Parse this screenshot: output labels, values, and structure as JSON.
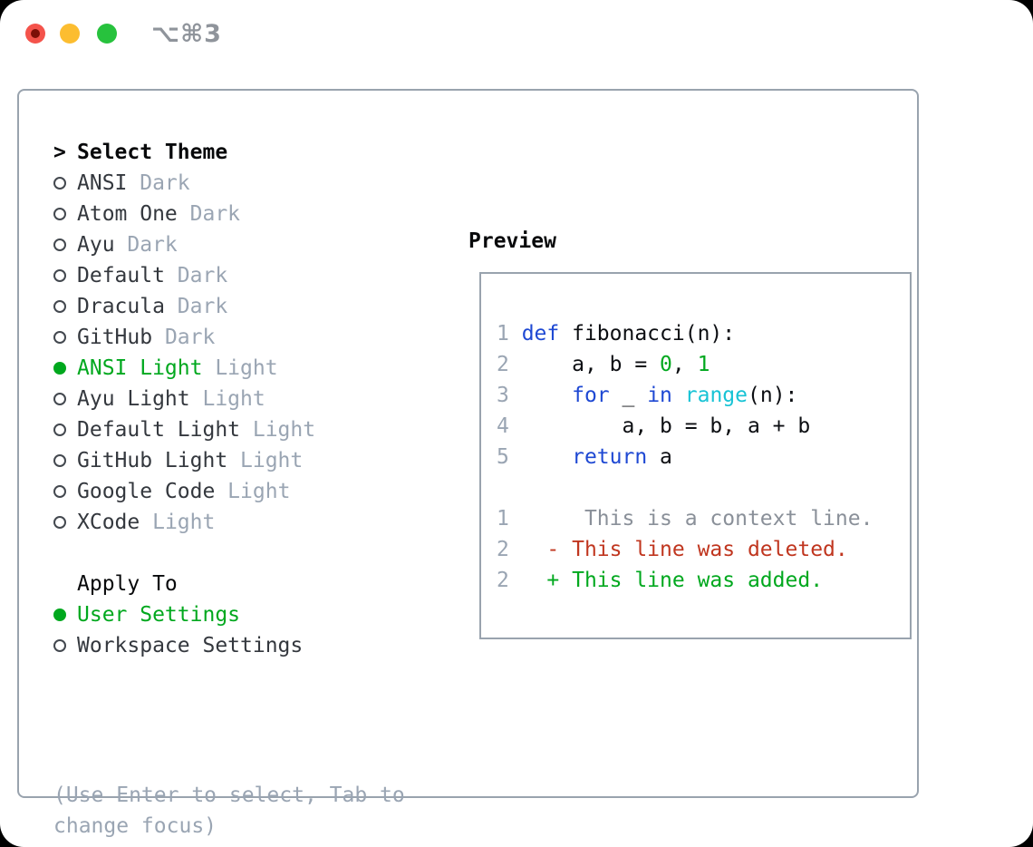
{
  "window": {
    "shortcut_label": "⌥⌘3",
    "traffic_lights": [
      "close",
      "minimize",
      "zoom"
    ]
  },
  "theme_picker": {
    "title_marker": ">",
    "title": "Select Theme",
    "items": [
      {
        "label": "ANSI",
        "tag": "Dark",
        "selected": false
      },
      {
        "label": "Atom One",
        "tag": "Dark",
        "selected": false
      },
      {
        "label": "Ayu",
        "tag": "Dark",
        "selected": false
      },
      {
        "label": "Default",
        "tag": "Dark",
        "selected": false
      },
      {
        "label": "Dracula",
        "tag": "Dark",
        "selected": false
      },
      {
        "label": "GitHub",
        "tag": "Dark",
        "selected": false
      },
      {
        "label": "ANSI Light",
        "tag": "Light",
        "selected": true
      },
      {
        "label": "Ayu Light",
        "tag": "Light",
        "selected": false
      },
      {
        "label": "Default Light",
        "tag": "Light",
        "selected": false
      },
      {
        "label": "GitHub Light",
        "tag": "Light",
        "selected": false
      },
      {
        "label": "Google Code",
        "tag": "Light",
        "selected": false
      },
      {
        "label": "XCode",
        "tag": "Light",
        "selected": false
      }
    ]
  },
  "apply_to": {
    "title": "Apply To",
    "options": [
      {
        "label": "User Settings",
        "selected": true
      },
      {
        "label": "Workspace Settings",
        "selected": false
      }
    ]
  },
  "hint": "(Use Enter to select, Tab to change focus)",
  "preview": {
    "title": "Preview",
    "code_lines": [
      {
        "num": "1",
        "segments": [
          {
            "text": "def",
            "color": "keyword"
          },
          {
            "text": " fibonacci(n):",
            "color": "fg"
          }
        ]
      },
      {
        "num": "2",
        "segments": [
          {
            "text": "    a, b = ",
            "color": "fg"
          },
          {
            "text": "0",
            "color": "number"
          },
          {
            "text": ", ",
            "color": "fg"
          },
          {
            "text": "1",
            "color": "number"
          }
        ]
      },
      {
        "num": "3",
        "segments": [
          {
            "text": "    ",
            "color": "fg"
          },
          {
            "text": "for",
            "color": "keyword"
          },
          {
            "text": " _ ",
            "color": "fg"
          },
          {
            "text": "in",
            "color": "keyword"
          },
          {
            "text": " ",
            "color": "fg"
          },
          {
            "text": "range",
            "color": "builtin"
          },
          {
            "text": "(n):",
            "color": "fg"
          }
        ]
      },
      {
        "num": "4",
        "segments": [
          {
            "text": "        a, b = b, a + b",
            "color": "fg"
          }
        ]
      },
      {
        "num": "5",
        "segments": [
          {
            "text": "    ",
            "color": "fg"
          },
          {
            "text": "return",
            "color": "keyword"
          },
          {
            "text": " a",
            "color": "fg"
          }
        ]
      },
      {
        "num": "",
        "segments": []
      },
      {
        "num": "1",
        "segments": [
          {
            "text": "     This is a context line.",
            "color": "context"
          }
        ]
      },
      {
        "num": "2",
        "segments": [
          {
            "text": "  - This line was deleted.",
            "color": "deleted"
          }
        ]
      },
      {
        "num": "2",
        "segments": [
          {
            "text": "  + This line was added.",
            "color": "added"
          }
        ]
      }
    ]
  },
  "colors": {
    "accent_green": "#00a81e",
    "keyword_blue": "#1e48d3",
    "builtin_cyan": "#17c3d5",
    "number_green": "#00a81e",
    "added_green": "#00a81e",
    "deleted_red": "#c0361f",
    "context_gray": "#8a9099",
    "lineno_gray": "#9aa5b3",
    "tag_gray": "#9aa5b3",
    "hint_gray": "#9aa5b3",
    "item_fg": "#34383e",
    "code_fg": "#0c0e12",
    "header_fg": "#08090b",
    "panel_border": "#99a3ae",
    "titlebar_gray": "#8f949b",
    "traffic_red": "#f4534b",
    "traffic_red_dot": "#7c0f08",
    "traffic_yellow": "#fcbd30",
    "traffic_green": "#27c23d"
  }
}
